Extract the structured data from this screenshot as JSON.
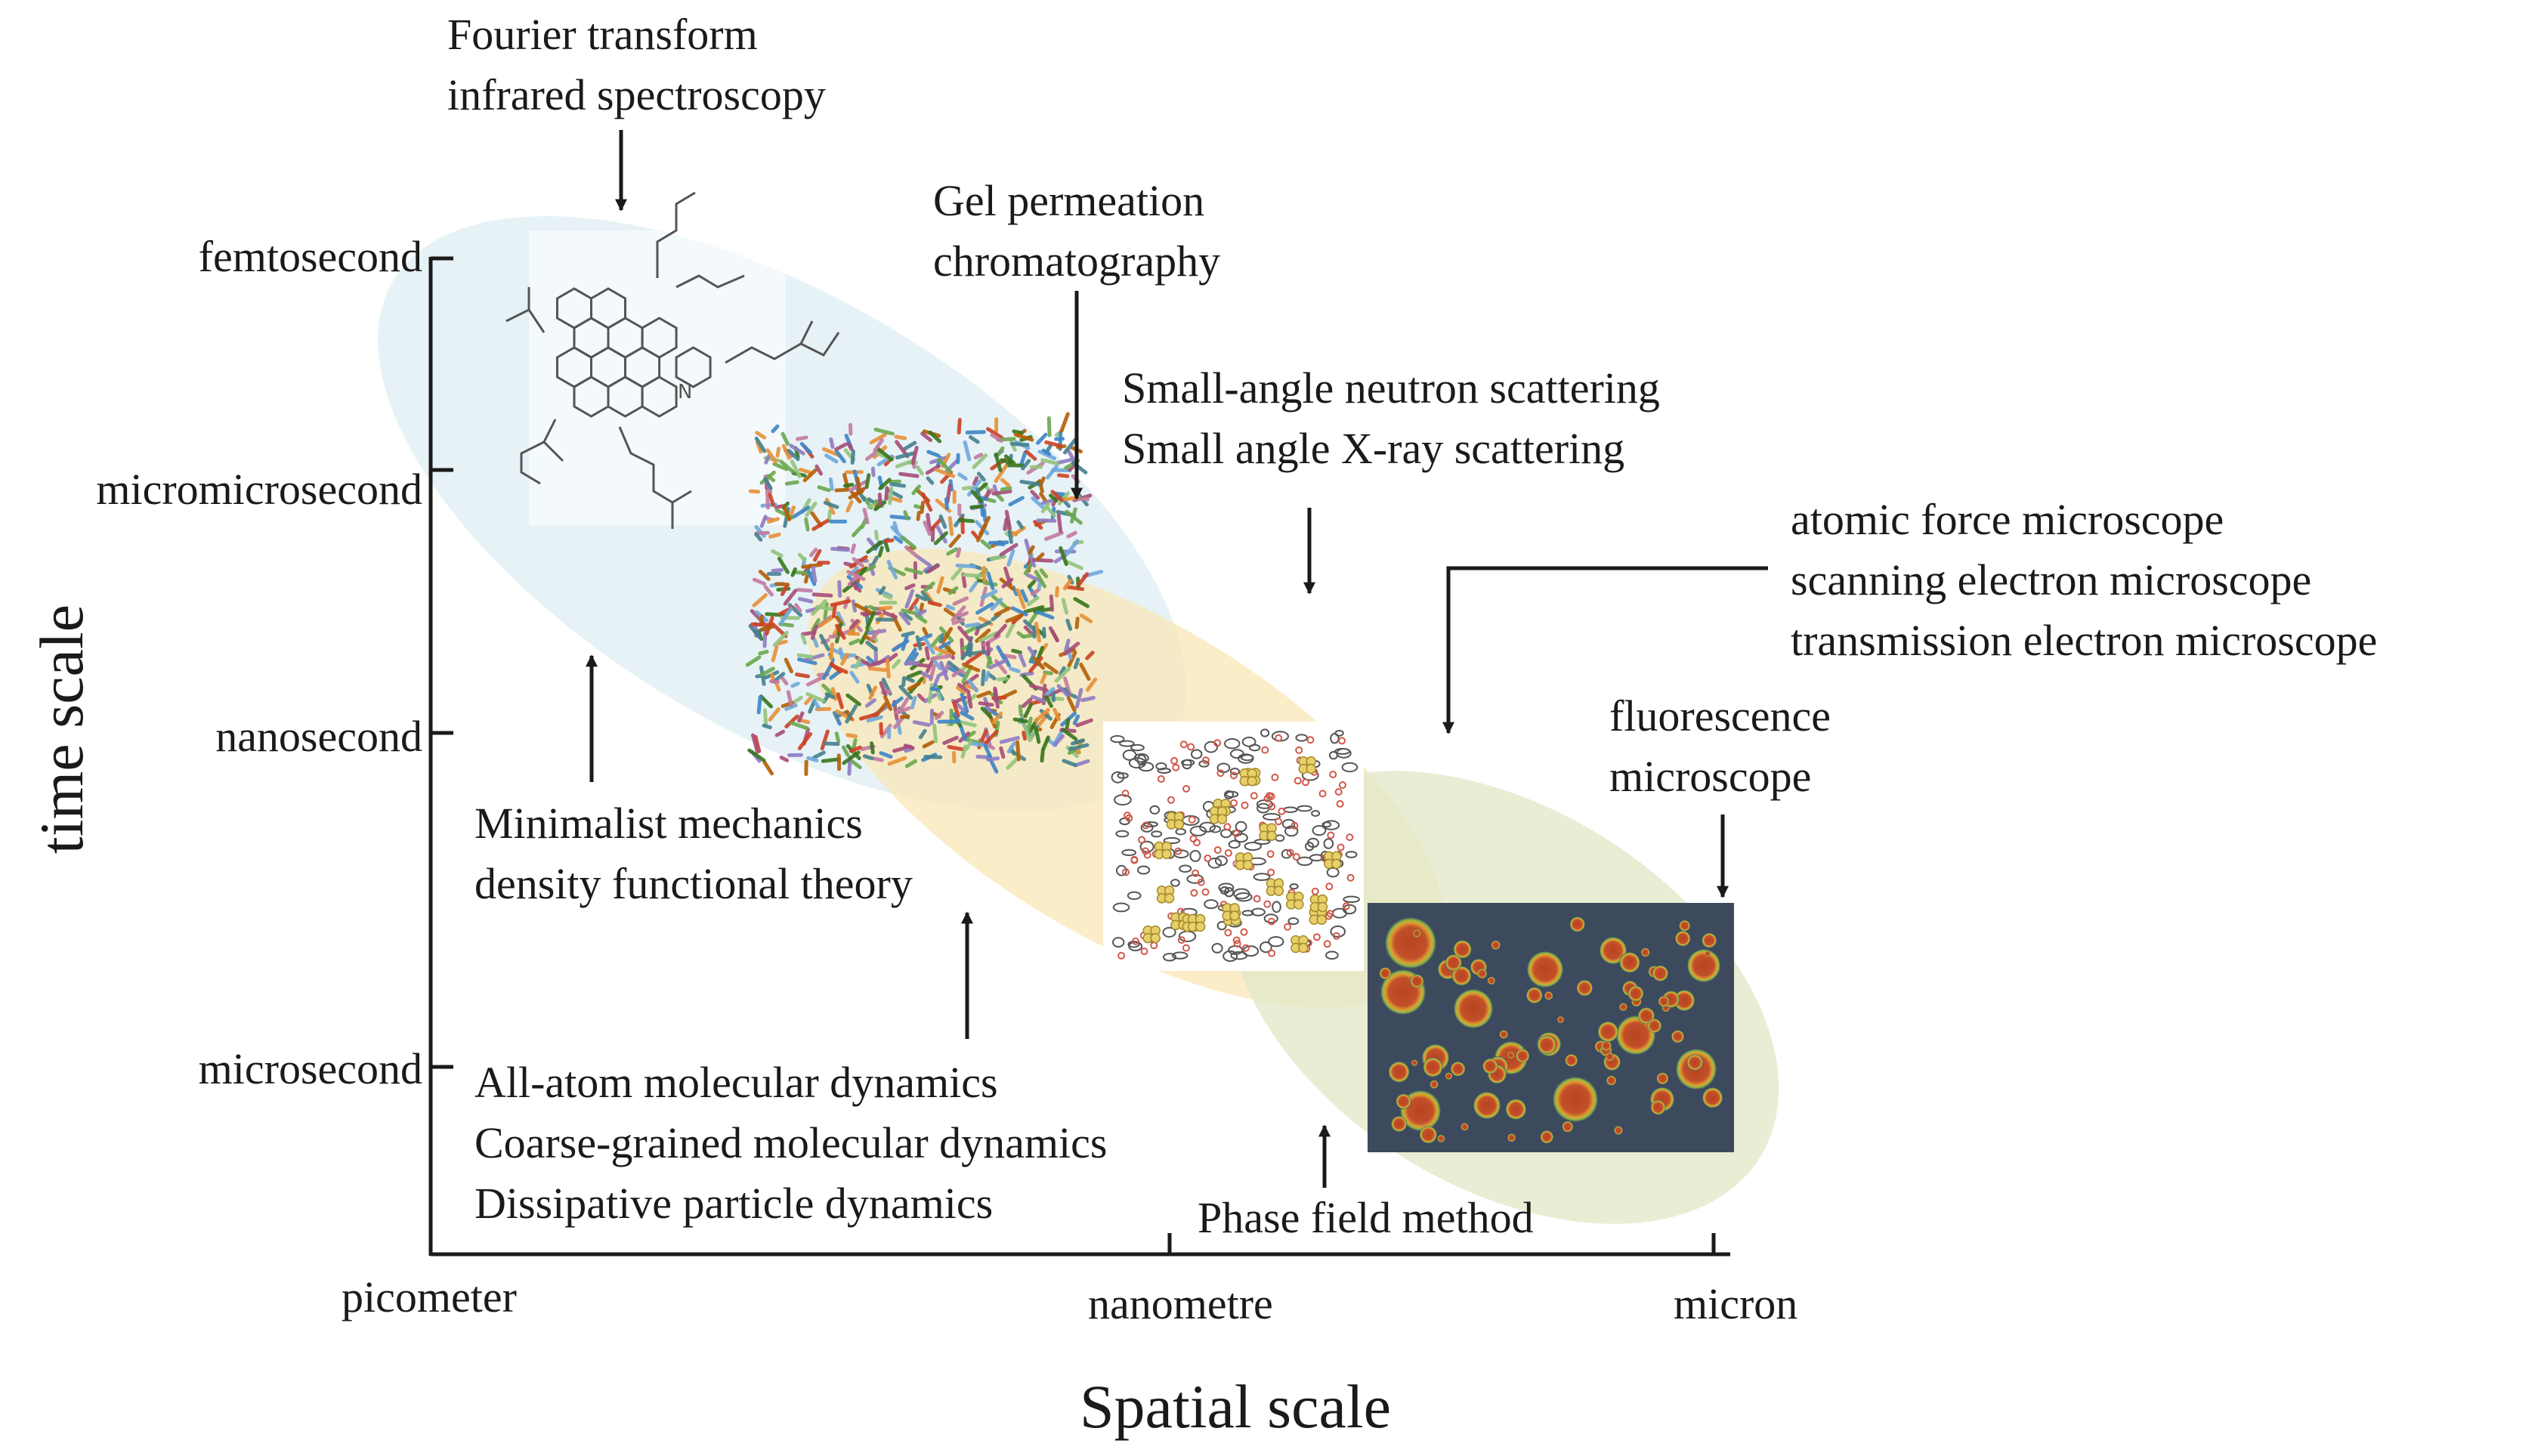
{
  "axes": {
    "y_title": "time scale",
    "x_title": "Spatial scale",
    "y_ticks": [
      "femtosecond",
      "micromicrosecond",
      "nanosecond",
      "microsecond"
    ],
    "x_ticks": [
      "picometer",
      "nanometre",
      "micron"
    ]
  },
  "regions": {
    "quantum": "#e3f0f4",
    "molecular": "#fbe6b4",
    "mesoscale": "#e2e8c8"
  },
  "labels": {
    "ftir": [
      "Fourier transform",
      "infrared spectroscopy"
    ],
    "gpc": [
      "Gel permeation",
      "chromatography"
    ],
    "scattering": [
      "Small-angle neutron scattering",
      "Small angle X-ray scattering"
    ],
    "microscopy": [
      "atomic force microscope",
      "scanning electron microscope",
      "transmission electron microscope"
    ],
    "fluorescence": [
      "fluorescence",
      "microscope"
    ],
    "qm_methods": [
      "Minimalist mechanics",
      "density functional theory"
    ],
    "md_methods": [
      "All-atom molecular dynamics",
      "Coarse-grained molecular dynamics",
      "Dissipative particle dynamics"
    ],
    "phase_field": "Phase field method"
  },
  "images": {
    "molecule": "organic-molecule-structure",
    "polymer": "coarse-grained-polymer-cluster",
    "dpd": "dpd-particle-snapshot",
    "phasefield": "phase-field-droplets"
  }
}
